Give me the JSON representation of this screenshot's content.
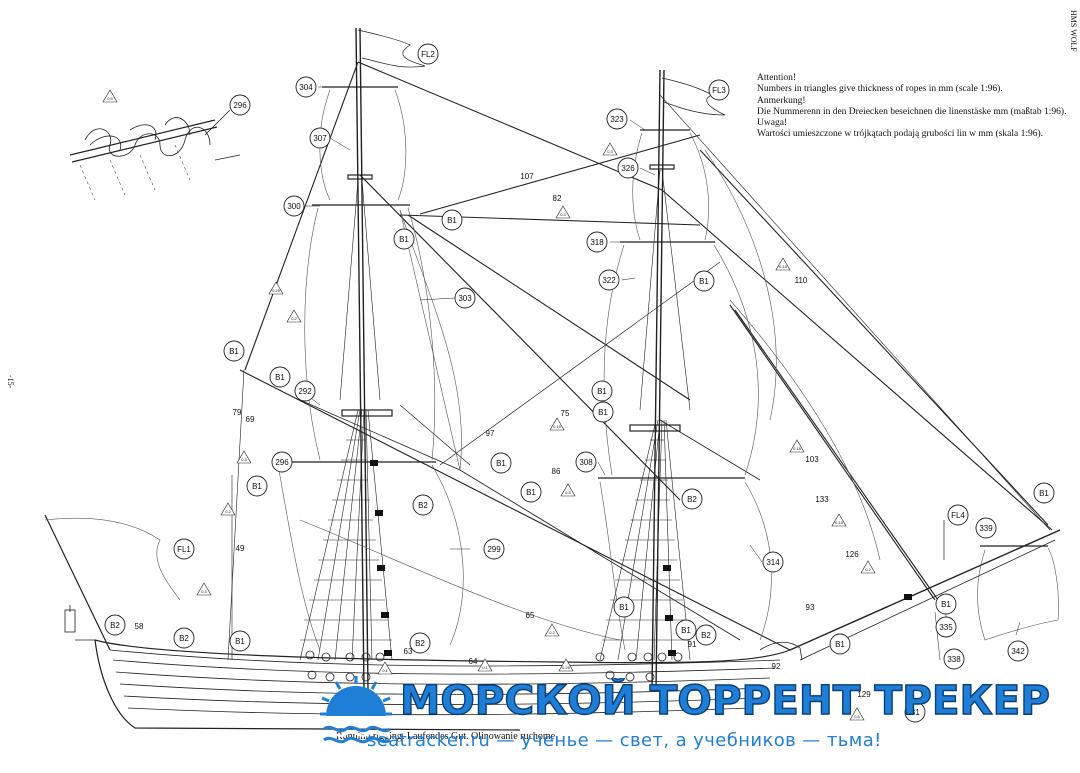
{
  "header": {
    "ship_name": "HMS WOLF",
    "page_number": "-15-"
  },
  "notes": [
    "Attention!",
    "Numbers in triangles give thickness of ropes in mm (scale 1:96).",
    "Anmerkung!",
    "Die Nummerenn in den Dreiecken beseichnen die linenstäske mm (maßtab 1:96).",
    "Uwaga!",
    "Wartości umieszczone w trójkątach podają grubości lin w mm (skala 1:96)."
  ],
  "caption": "Running rigging. Laufendes Gut. Olinowanie ruchome",
  "flags": [
    "FL1",
    "FL2",
    "FL3",
    "FL4"
  ],
  "part_callouts": [
    "296",
    "299",
    "304",
    "307",
    "300",
    "303",
    "292",
    "296",
    "299",
    "323",
    "326",
    "318",
    "322",
    "308",
    "314",
    "339",
    "335",
    "338",
    "342"
  ],
  "block_callouts": [
    "B1",
    "B2"
  ],
  "rope_numbers": [
    "107",
    "82",
    "110",
    "75",
    "97",
    "86",
    "103",
    "133",
    "126",
    "93",
    "91",
    "92",
    "65",
    "64",
    "63",
    "58",
    "49",
    "79",
    "69",
    "129"
  ],
  "rope_thickness_triangles": [
    "0.5",
    "0.3",
    "0.25",
    "0.2",
    "0.15",
    "0.1"
  ],
  "watermark": {
    "title": "МОРСКОЙ ТОРРЕНТ ТРЕКЕР",
    "subtitle": "seatracker.ru — ученье — свет, а учебников — тьма!",
    "color": "#1f7fd6"
  }
}
